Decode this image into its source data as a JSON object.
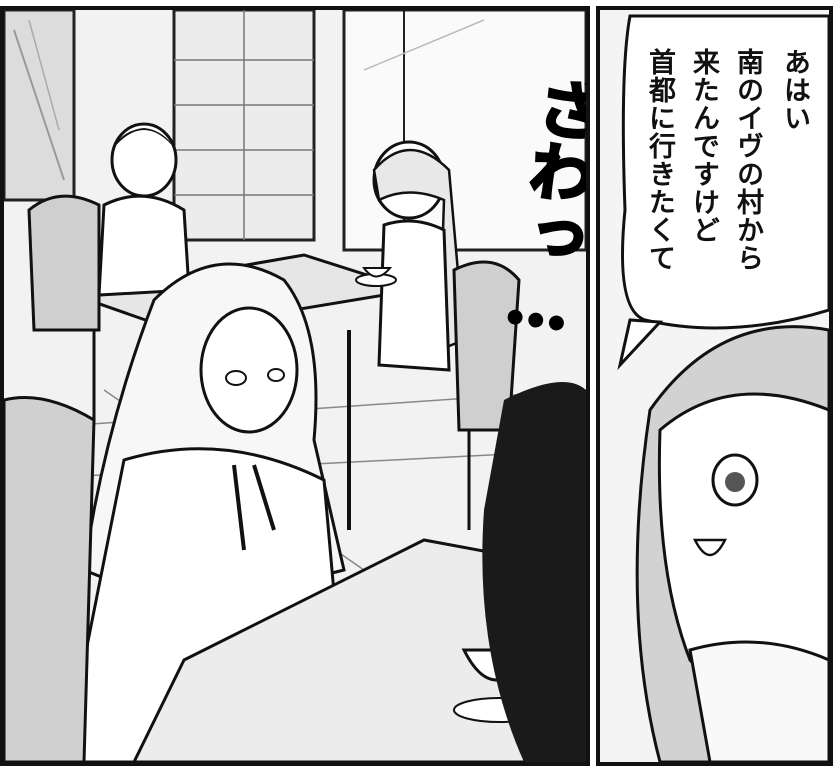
{
  "panels": {
    "left": {
      "sfx": "ざわっ…",
      "colors": {
        "ink": "#111111",
        "tone": "#cfcfcf",
        "paper": "#f4f4f4"
      }
    },
    "right": {
      "speech": {
        "lines": [
          "あはい",
          "南のイヴの村から",
          "来たんですけど",
          "首都に行きたくて"
        ]
      }
    }
  }
}
